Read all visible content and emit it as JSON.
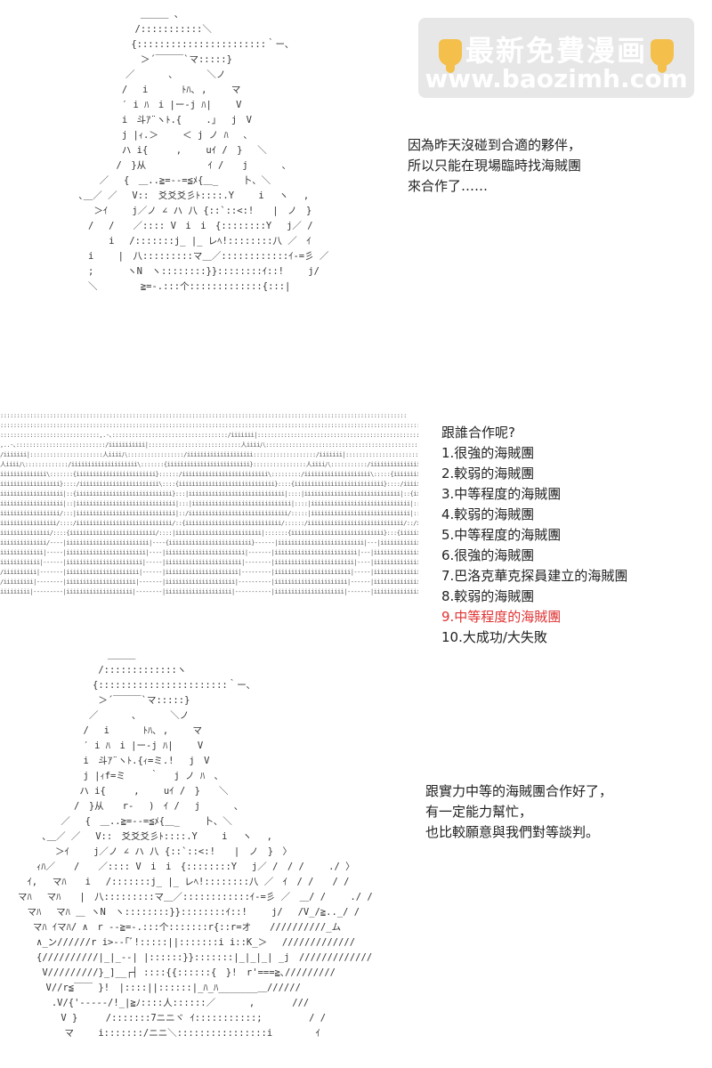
{
  "watermark": {
    "line1": "最新免費漫画",
    "line2": "www.baozimh.com",
    "icon": "pointing-hand-icon"
  },
  "panel1": {
    "ascii_art": "　　　　　　　 ＿＿＿ 、\n　　　　　　　/:::::::::::＼\n　　　　　　 {:::::::::::::::::::::::｀ー､\n　　　　　　　 ＞´￣￣￣`マ:::::}\n　　　　　　／　　　 ､　　　 ＼ノ\n　　　　　 /　 i　　　 ﾄﾊ､ ,　　 マ\n　　　　　 ′ i ﾊ　i |ー-j ﾊ|　　 V\n　　　　　 i　斗ｱ¨ヽﾄ.{　　 .」　 j　V\n　　　　　 j |ｨ.＞　 　＜ j ノ ﾊ　 ､\n　　　　　 ハ i{　　　,　　 uｲ /　}　 ＼\n　　　　　/　}从　　　　　　 ｲ /　　j　　　 、\n　 　 ／　 {　＿..≧=‐-=≦ﾒ{＿_　　 卜、＼\n　､＿／ ／　 V::　爻爻爻彡ﾄ::::.Y　　 i　 ヽ　 ,\n　　 ＞ｲ　　 j／ノ ∠ ハ 八 {::`::<:!　　|　ノ　}\n　　/　 /　　／:::: V　i　i　{::::::::Y　 j／ /\n　 　　 i　 /:::::::j_ |_ レﾍ!::::::::八 ／　ｲ\n　　i　　 |　八:::::::::マ＿／::::::::::::ｲ‐=彡 ／\n　　;　　　 ヽN　ヽ::::::::}}::::::::ｲ::!　　 j/\n　　＼　　　　 ≧=-.:::个:::::::::::::{:::|"
  },
  "panel1_text": {
    "lines": [
      "因為昨天沒碰到合適的夥伴，",
      "所以只能在現場臨時找海賊團",
      "來合作了……"
    ]
  },
  "panel2": {
    "ascii_art": ":::::::::::::::::::::::::::::::::::::::::::::::::::::::::::::::::::::::::::::::::::::::::::::::::::::::::::::::::::::::::::\n::::::::::::::::::::::::::::::::::::::::::::::::::::::::::::::::::::::::::::::::::::::::::::::::::::::::::::::::::::::::::::::::\n::::::::::::::::::::::::::::::,.-､:::::::::::::::::::::::::::::::::::/iiiiiii|:::::::::::::::::::::::::::::::::::::::::::::::::::::::::::::::::::::::::,.-､:::::::/iiiiiii|::::\n,..-､:::::::::::::::::::::::::::/iiiiiiiiiii|::::::::::::::::::::::::::::人iiii八::::::::::::::::::::::::::::::::::::::::::::::::::::::::::::::::::::::::人iiii八::::::\n/iiiiiii|::::::::::::::::::::::人iiii八:::::::::::::::::/iiiiiiiiiiiiiiiiiiii:::::::::::::::::::/iiiiiii|::::::::::::::::::::::/iiiiiiiiiiiiiiiiiiiiii\n人iiii八:::::::::::::/iiiiiiiiiiiiiiiiiiii\\:::::::{iiiiiiiiiiiiiiiiiiiiiiiii}::::::::::::::::人iiii八:::::::::::/iiiiiiiiiiiiiiiiiiiii\\::::{iiiiiiiiiiiiiiiiii\niiiiiiiiiiiiii\\:::::::{iiiiiiiiiiiiiiiiiiiiiiii}::::::/iiiiiiiiiiiiiiiiiiiiiiiiii\\:::::::::/iiiiiiiiiiiiiiiiiiii\\:::::{iiiiiiiiiiiiiiiiiiiiiiii}::::/iiiiiiiiiiiii\niiiiiiiiiiiiiiiiii}::::/iiiiiiiiiiiiiiiiiiiiiiii\\::::{iiiiiiiiiiiiiiiiiiiiiiiiiiiii}::::{iiiiiiiiiiiiiiiiiiiiiiiiiii}::::/iiiiiiiiiiiiiiiiiiiiiiii\\::{iiiiiiiiiiiiiiii\niiiiiiiiiiiiiiiiiii|::{iiiiiiiiiiiiiiiiiiiiiiiiiiiii}:::|iiiiiiiiiiiiiiiiiiiiiiiiiiiii|::::|iiiiiiiiiiiiiiiiiiiiiiiiiiiii|::{iiiiiiiiiiiiiiiiiiiiiiiiiiii}::|iiiiiiiiiiiiiiiii\niiiiiiiiiiiiiiiiiii|::|iiiiiiiiiiiiiiiiiiiiiiiiiiiiii|:::|iiiiiiiiiiiiiiiiiiiiiiiiiiiiii|::::|iiiiiiiiiiiiiiiiiiiiiiiiiiiiii|::|iiiiiiiiiiiiiiiiiiiiiiiiiiiiii|::|iiiiiiiiiiiiiiiii\niiiiiiiiiiiiiiiiii/:::|iiiiiiiiiiiiiiiiiiiiiiiiiiiiii|::/iiiiiiiiiiiiiiiiiiiiiiiiiiiiii/:::::|iiiiiiiiiiiiiiiiiiiiiiiiiiiiii|::|iiiiiiiiiiiiiiiiiiiiiiiiiiiiii|::|iiiiiiiiiiiiiiii/\niiiiiiiiiiiiiiiii/::::/iiiiiiiiiiiiiiiiiiiiiiiiiiiii/::{iiiiiiiiiiiiiiiiiiiiiiiiiiiii/::::::/iiiiiiiiiiiiiiiiiiiiiiiiiiiii/::/iiiiiiiiiiiiiiiiiiiiiiiiiiiii/::/iiiiiiiiiiiiiii/\niiiiiiiiiiiiiii/::::{iiiiiiiiiiiiiiiiiiiiiiiiii/::::|iiiiiiiiiiiiiiiiiiiiiiiiii|:::::::{iiiiiiiiiiiiiiiiiiiiiiiiiiii}:::{iiiiiiiiiiiiiiiiiiiiiiiiii/::::{iiiiiiiiiiiiiiii\niiiiiiiiiiiiii/‐‐‐‐|iiiiiiiiiiiiiiiiiiiiiiiii|‐‐‐‐{iiiiiiiiiiiiiiiiiiiiiiiii}‐‐‐‐‐‐|iiiiiiiiiiiiiiiiiiiiiiiiii|‐‐‐|iiiiiiiiiiiiiiiiiiiiiiiii|‐‐‐/iiiiiiiiiiiiiiiiiii\niiiiiiiiiiiii|‐‐‐‐‐|iiiiiiiiiiiiiiiiiiiiiiii|‐‐‐‐|iiiiiiiiiiiiiiiiiiiiiiii|‐‐‐‐‐‐‐|iiiiiiiiiiiiiiiiiiiiiiiii|‐‐‐|iiiiiiiiiiiiiiiiiiiiiiii|‐‐‐|iiiiiiiiiiiiiiiiiiii\niiiiiiiiiiii|‐‐‐‐‐‐|iiiiiiiiiiiiiiiiiiiiiii|‐‐‐‐‐|iiiiiiiiiiiiiiiiiiiiiii|‐‐‐‐‐‐‐‐|iiiiiiiiiiiiiiiiiiiiiiii|‐‐‐‐|iiiiiiiiiiiiiiiiiiiiiii|‐‐‐‐|iiiiiiiiiiiiiiiiiii\n/iiiiiiiiii|‐‐‐‐‐‐‐|iiiiiiiiiiiiiiiiiiiiii|‐‐‐‐‐‐|iiiiiiiiiiiiiiiiiiiiii|‐‐‐‐‐‐‐‐‐|iiiiiiiiiiiiiiiiiiiiiii|‐‐‐‐‐|iiiiiiiiiiiiiiiiiiiiii|‐‐‐‐‐|iiiiiiiiiiiiiiiiii\n/iiiiiiiii|‐‐‐‐‐‐‐‐|iiiiiiiiiiiiiiiiiiiii|‐‐‐‐‐‐‐|iiiiiiiiiiiiiiiiiiiii|‐‐‐‐‐‐‐‐‐‐|iiiiiiiiiiiiiiiiiiiiii|‐‐‐‐‐‐|iiiiiiiiiiiiiiiiiiiii|‐‐‐‐‐‐|iiiiiiiiiiiiiiiii\niiiiiiiii|‐‐‐‐‐‐‐‐‐|iiiiiiiiiiiiiiiiiiii|‐‐‐‐‐‐‐‐|iiiiiiiiiiiiiiiiiiii|‐‐‐‐‐‐‐‐‐‐‐|iiiiiiiiiiiiiiiiiiiii|‐‐‐‐‐‐‐|iiiiiiiiiiiiiiiiiiii|‐‐‐‐‐‐‐|iiiiiiiiiiiiiiii"
  },
  "panel2_text": {
    "question": "跟誰合作呢?",
    "options": [
      {
        "text": "1.很強的海賊團",
        "highlighted": false
      },
      {
        "text": "2.較弱的海賊團",
        "highlighted": false
      },
      {
        "text": "3.中等程度的海賊團",
        "highlighted": false
      },
      {
        "text": "4.較弱的海賊團",
        "highlighted": false
      },
      {
        "text": "5.中等程度的海賊團",
        "highlighted": false
      },
      {
        "text": "6.很強的海賊團",
        "highlighted": false
      },
      {
        "text": "7.巴洛克華克探員建立的海賊團",
        "highlighted": false
      },
      {
        "text": "8.較弱的海賊團",
        "highlighted": false
      },
      {
        "text": "9.中等程度的海賊團",
        "highlighted": true
      },
      {
        "text": "10.大成功/大失敗",
        "highlighted": false
      }
    ],
    "highlight_color": "#e03232"
  },
  "panel3": {
    "ascii_art": "　　　　　　　　　 ＿＿＿\n　　　　　　　　 /:::::::::::::ヽ\n　　　　　　　　{:::::::::::::::::::::::｀ー､\n　　　　　　　　 ＞´￣￣￣`マ:::::}\n　　　　　　　 ／　　　 ､　　　 ＼ノ\n　　　　　　　/　 i　　　 ﾄﾊ､ ,　　 マ\n　　　　　　　′ i ﾊ　i |ー-j ﾊ|　　 V\n　　　　　　　i　斗ｱ¨ヽﾄ.{ｨ=ミ.!　 j　V\n　　　　　　　j |ｨf=ミ　　 ｀　 j ノ ﾊ　､\n　　　　　　 ハ i{　　　,　　 uｲ /　}　　＼\n　　　　　　/　}从　　r‐ 　)　ｲ /　 j　　　 、\n　　　　 ／　 {　＿..≧=‐-=≦ﾒ{＿_　　 卜、＼\n　　 ､＿／ ／　 V::　爻爻爻彡ﾄ::::.Y　　 i　 ヽ　 ,\n　　　　＞ｲ　　 j／ノ ∠ ハ 八 {::`::<:!　　|　ノ　}　〉\n　　ｨﾊ／　　/　　／:::: V　i　i　{::::::::Y　 j／ /　/ /　　 ./ 〉\n　ｲ,　 マﾊ　　i　 /:::::::j_ |_ レﾍ!::::::::八 ／　ｲ　/ /　　/ /\nマﾊ　 マﾊ　　|　八:::::::::マ＿／::::::::::::ｲ‐=彡 ／　＿/ /　　 ./ /\n　マﾊ　 マﾊ ＿ ヽN　ヽ::::::::}}::::::::ｲ::!　　 j/　 /V_/≧.._/ /\n　 マﾊ ｲマﾊ/ ∧　r ‐‐≧=-.:::个:::::::r{::r=オ　　//////////_ム\n　　∧_ン//////r i>‐‐｢ﾞ!:::::||:::::::i i::K_＞　 /////////////\n　　{//////////|_|_‐‐| |::::::}}:::::::|_|_|_| _j　/////////////\n　　 V/////////}_]__┌┤ ::::{{::::::{　}!　r'===≧､/////////\n　　　V//r≦￣￣ }!　|::::||::::::|_ﾊ_ﾊ_______＿//////\n　　　 .V/{'‐‐‐‐‐/!_|≧ﾉ::::人::::::／　　　 ,　　　　///\n　　　　 V }　　　/:::::::7ニニヾ ｲ:::::::::::;　　　　　/ /\n　　　　　マ　　 i:::::::/ニニ＼::::::::::::::::i　　　　 ｲ"
  },
  "panel3_text": {
    "lines": [
      "跟實力中等的海賊團合作好了，",
      "有一定能力幫忙，",
      "也比較願意與我們對等談判。"
    ]
  }
}
